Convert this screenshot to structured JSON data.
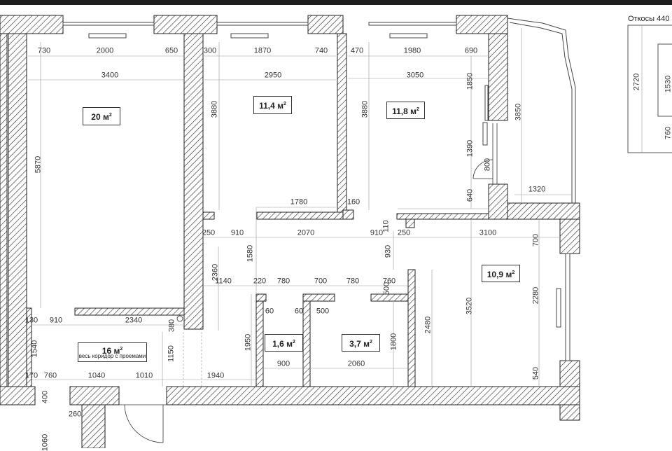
{
  "plan": {
    "slopes_note": "Откосы 440",
    "rooms": [
      {
        "area": "20 м",
        "sup": "2"
      },
      {
        "area": "11,4 м",
        "sup": "2"
      },
      {
        "area": "11,8 м",
        "sup": "2"
      },
      {
        "area": "10,9 м",
        "sup": "2"
      },
      {
        "area": "1,6 м",
        "sup": "2"
      },
      {
        "area": "3,7 м",
        "sup": "2"
      },
      {
        "area": "16 м",
        "sup": "2",
        "note": "весь коридор с проемами"
      }
    ],
    "dimensions": [
      "730",
      "2000",
      "650",
      "300",
      "1870",
      "740",
      "470",
      "1980",
      "690",
      "3400",
      "2950",
      "3050",
      "1780",
      "160",
      "1320",
      "250",
      "910",
      "2070",
      "910",
      "250",
      "3100",
      "110",
      "1140",
      "220",
      "780",
      "700",
      "780",
      "760",
      "500",
      "60",
      "60",
      "500",
      "130",
      "910",
      "2340",
      "900",
      "2060",
      "170",
      "760",
      "1040",
      "1010",
      "1940",
      "260",
      "5870",
      "3880",
      "3880",
      "1850",
      "1390",
      "800",
      "640",
      "3850",
      "1580",
      "930",
      "2360",
      "1950",
      "1800",
      "2480",
      "3520",
      "700",
      "2280",
      "540",
      "380",
      "1540",
      "1150",
      "400",
      "1060",
      "2720",
      "1530",
      "760"
    ]
  },
  "colors": {
    "wall_line": "#222222",
    "top_bar": "#1e1e1e"
  }
}
